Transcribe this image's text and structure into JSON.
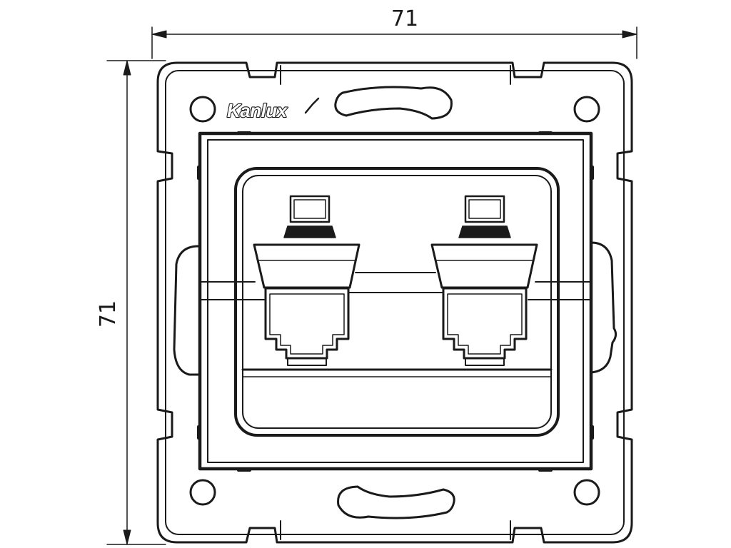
{
  "dimensions": {
    "width_label": "71",
    "height_label": "71"
  },
  "brand": {
    "logo_text": "Kanlux"
  },
  "colors": {
    "line": "#1a1a1a",
    "background": "#ffffff"
  },
  "icons": {
    "port_icon": "computer-icon"
  }
}
